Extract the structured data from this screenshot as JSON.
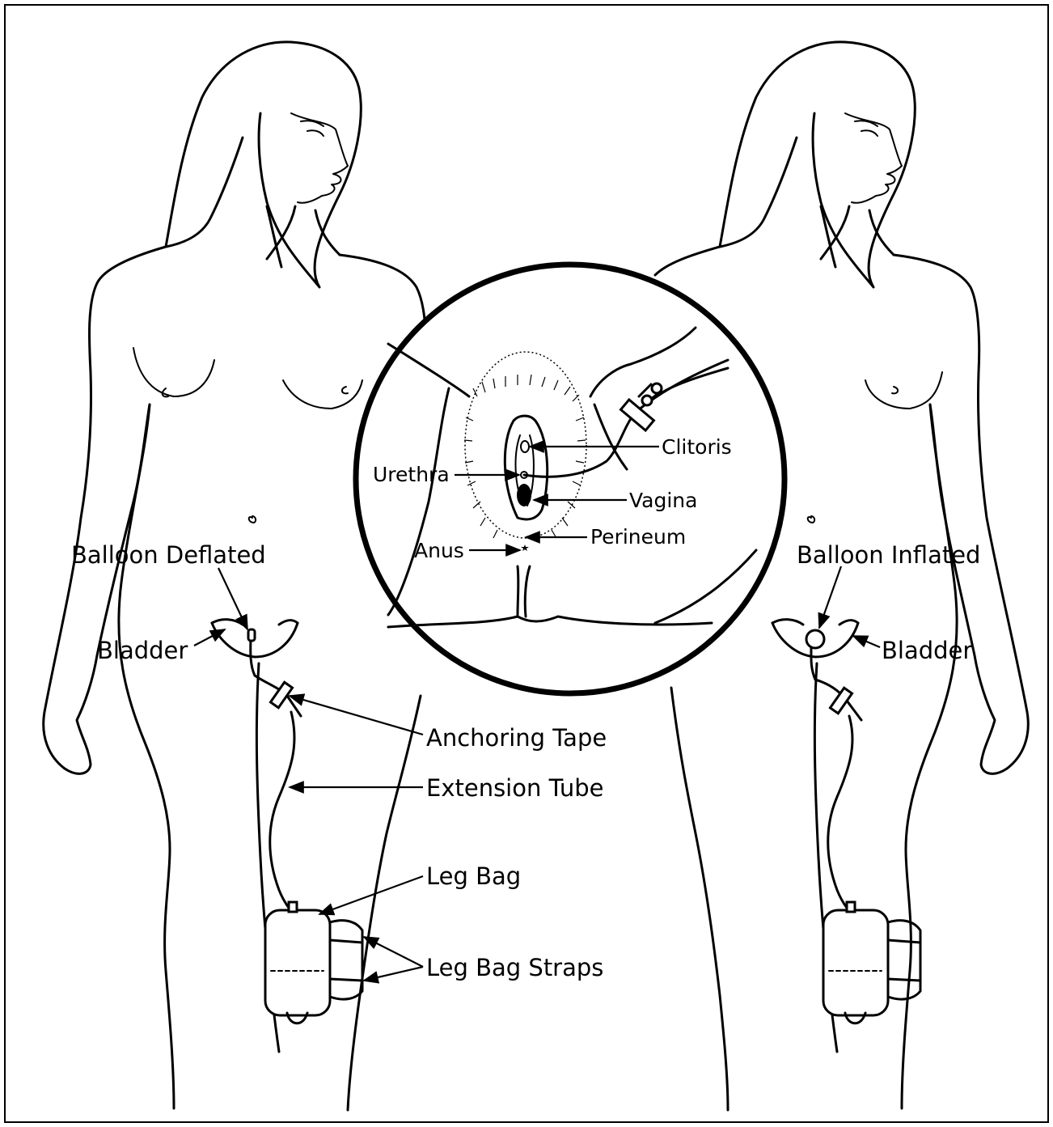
{
  "labels": {
    "balloon_deflated": "Balloon Deflated",
    "balloon_inflated": "Balloon Inflated",
    "bladder_left": "Bladder",
    "bladder_right": "Bladder",
    "anchoring_tape": "Anchoring Tape",
    "extension_tube": "Extension Tube",
    "leg_bag": "Leg Bag",
    "leg_bag_straps": "Leg Bag Straps",
    "clitoris": "Clitoris",
    "urethra": "Urethra",
    "vagina": "Vagina",
    "perineum": "Perineum",
    "anus": "Anus"
  },
  "icons": {
    "left_figure": "female-figure-with-deflated-catheter-icon",
    "right_figure": "female-figure-with-inflated-catheter-icon",
    "inset": "genital-anatomy-magnified-inset-icon"
  },
  "colors": {
    "ink": "#000000",
    "background": "#ffffff"
  }
}
